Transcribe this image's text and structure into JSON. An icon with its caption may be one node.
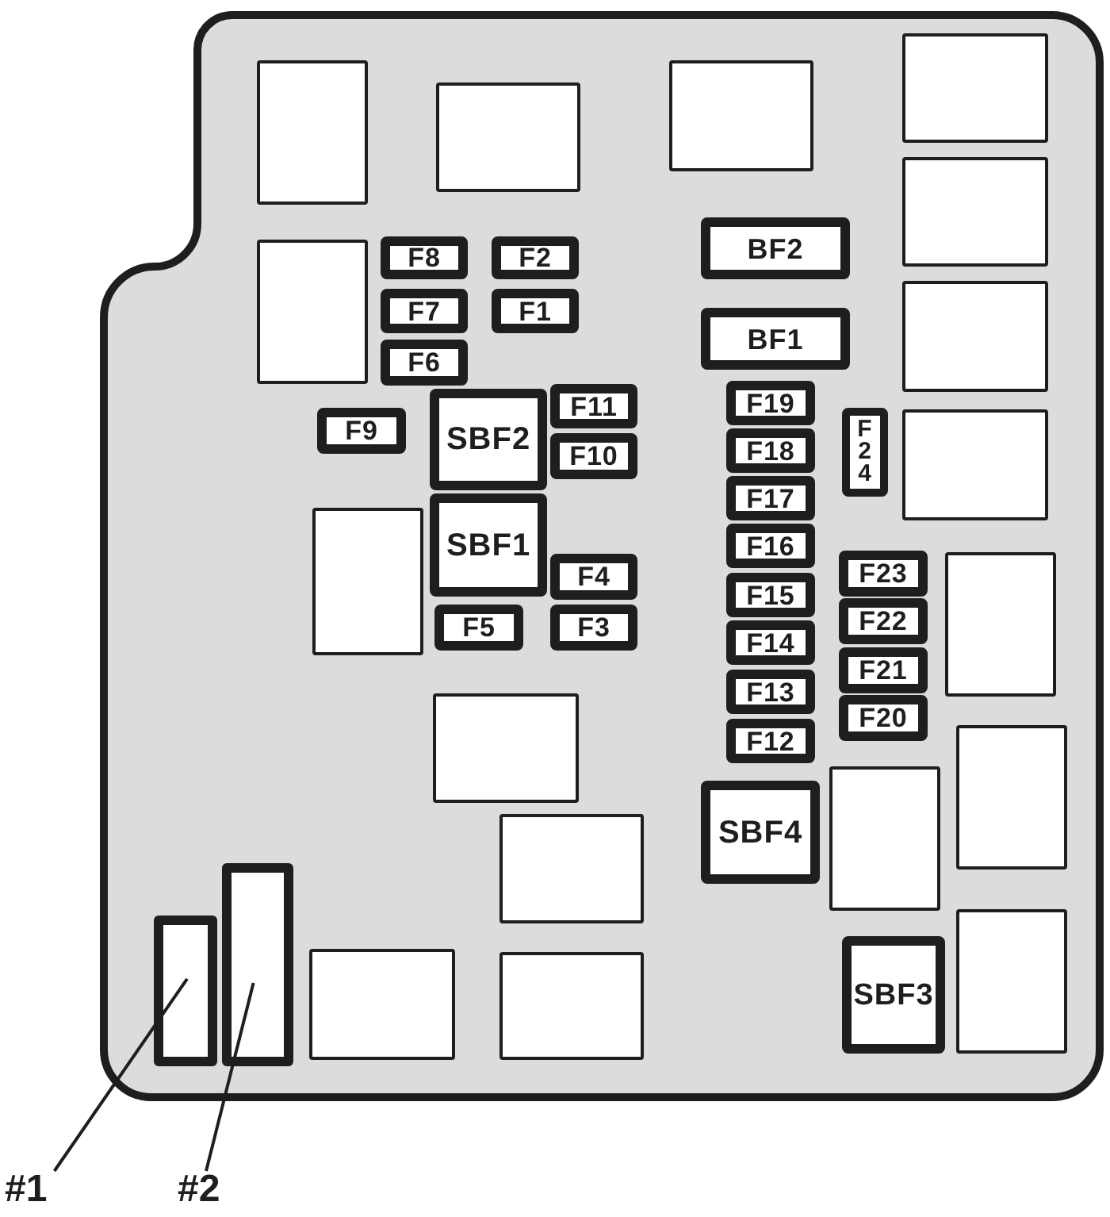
{
  "diagram": {
    "nodes": [
      {
        "text": [],
        "shape": "box"
      },
      {
        "text": [],
        "shape": "box",
        "in": 0
      },
      {
        "text": [],
        "shape": "box",
        "in": 0
      },
      {
        "text": [],
        "shape": "box",
        "in": 0
      },
      {
        "text": [],
        "shape": "box",
        "in": 0
      },
      {
        "text": [],
        "shape": "box",
        "in": 0
      },
      {
        "text": [],
        "shape": "box",
        "in": 0
      },
      {
        "text": [
          "F8"
        ],
        "in": 0
      },
      {
        "text": [
          "F2"
        ],
        "in": 0
      },
      {
        "text": [
          "BF2"
        ],
        "in": 0
      },
      {
        "text": [
          "F7"
        ],
        "in": 0
      },
      {
        "text": [
          "F1"
        ],
        "in": 0
      },
      {
        "text": [],
        "shape": "box",
        "in": 0
      },
      {
        "text": [
          "F6"
        ],
        "in": 0
      },
      {
        "text": [
          "BF1"
        ],
        "in": 0
      },
      {
        "text": [
          "F9"
        ],
        "in": 0
      },
      {
        "text": [
          "SBF2"
        ],
        "in": 0
      },
      {
        "text": [
          "F11"
        ],
        "in": 0
      },
      {
        "text": [
          "F19"
        ],
        "in": 0
      },
      {
        "text": [
          "F24"
        ],
        "in": 0
      },
      {
        "text": [],
        "shape": "box",
        "in": 0
      },
      {
        "text": [
          "F10"
        ],
        "in": 0
      },
      {
        "text": [
          "F18"
        ],
        "in": 0
      },
      {
        "text": [
          "F17"
        ],
        "in": 0
      },
      {
        "text": [],
        "shape": "box",
        "in": 0
      },
      {
        "text": [
          "SBF1"
        ],
        "in": 0
      },
      {
        "text": [
          "F16"
        ],
        "in": 0
      },
      {
        "text": [
          "F4"
        ],
        "in": 0
      },
      {
        "text": [
          "F23"
        ],
        "in": 0
      },
      {
        "text": [],
        "shape": "box",
        "in": 0
      },
      {
        "text": [
          "F5"
        ],
        "in": 0
      },
      {
        "text": [
          "F3"
        ],
        "in": 0
      },
      {
        "text": [
          "F15"
        ],
        "in": 0
      },
      {
        "text": [
          "F22"
        ],
        "in": 0
      },
      {
        "text": [
          "F14"
        ],
        "in": 0
      },
      {
        "text": [
          "F21"
        ],
        "in": 0
      },
      {
        "text": [
          "F13"
        ],
        "in": 0
      },
      {
        "text": [
          "F20"
        ],
        "in": 0
      },
      {
        "text": [],
        "shape": "box",
        "in": 0
      },
      {
        "text": [
          "F12"
        ],
        "in": 0
      },
      {
        "text": [],
        "shape": "box",
        "in": 0
      },
      {
        "text": [],
        "shape": "box",
        "in": 0
      },
      {
        "text": [
          "SBF4"
        ],
        "in": 0
      },
      {
        "text": [],
        "shape": "box",
        "in": 0
      },
      {
        "text": [],
        "shape": "box",
        "in": 0
      },
      {
        "text": [],
        "shape": "box",
        "in": 0
      },
      {
        "text": [],
        "shape": "box",
        "in": 0
      },
      {
        "text": [],
        "shape": "box",
        "in": 0
      },
      {
        "text": [
          "SBF3"
        ],
        "in": 0
      },
      {
        "text": [],
        "shape": "box",
        "in": 0
      },
      {
        "text": [
          "#1"
        ]
      },
      {
        "text": [
          "#2"
        ]
      }
    ],
    "edges": [
      {
        "from": 50,
        "to": 44,
        "arrow": "none"
      },
      {
        "from": 51,
        "to": 45,
        "arrow": "none"
      }
    ]
  }
}
